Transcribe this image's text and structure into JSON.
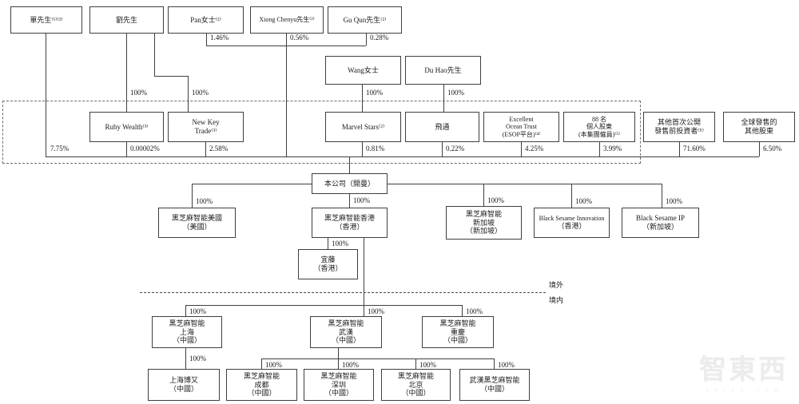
{
  "nodes": {
    "shan": [
      "單先生⁽¹⁾⁽²⁾"
    ],
    "liu": [
      "劉先生"
    ],
    "pan": [
      "Pan女士⁽²⁾"
    ],
    "xiong": [
      "Xiong Chenyu先生⁽²⁾"
    ],
    "gu": [
      "Gu Qun先生⁽²⁾"
    ],
    "wang": [
      "Wang女士"
    ],
    "duhao": [
      "Du Hao先生"
    ],
    "ruby": [
      "Ruby Wealth⁽³⁾"
    ],
    "newkey": [
      "New Key",
      "Trade⁽³⁾"
    ],
    "marvel": [
      "Marvel Stars⁽²⁾"
    ],
    "feitong": [
      "飛通"
    ],
    "esop": [
      "Excellent",
      "Ocean Trust",
      "(ESOP平台)⁽⁴⁾"
    ],
    "emp88": [
      "88 名",
      "個人股東",
      "(本集團僱員)⁽⁵⁾"
    ],
    "preipo": [
      "其他首次公開",
      "發售前投資者⁽⁵⁾"
    ],
    "global": [
      "全球發售的",
      "其他股東"
    ],
    "company": [
      "本公司（開曼）"
    ],
    "us": [
      "黑芝麻智能美國",
      "（美國）"
    ],
    "hk": [
      "黑芝麻智能香港",
      "（香港）"
    ],
    "sg": [
      "黑芝麻智能",
      "新加坡",
      "（新加坡）"
    ],
    "innov": [
      "Black Sesame Innovation",
      "（香港）"
    ],
    "ip": [
      "Black Sesame IP",
      "（新加坡）"
    ],
    "yiteng": [
      "宜藤",
      "（香港）"
    ],
    "sh": [
      "黑芝麻智能",
      "上海",
      "（中國）"
    ],
    "wh": [
      "黑芝麻智能",
      "武漢",
      "（中國）"
    ],
    "cq": [
      "黑芝麻智能",
      "重慶",
      "（中國）"
    ],
    "shboyou": [
      "上海博又",
      "（中國）"
    ],
    "cd": [
      "黑芝麻智能",
      "成都",
      "（中國）"
    ],
    "szn": [
      "黑芝麻智能",
      "深圳",
      "（中國）"
    ],
    "bj": [
      "黑芝麻智能",
      "北京",
      "（中國）"
    ],
    "whbs": [
      "武漢黑芝麻智能",
      "（中國）"
    ]
  },
  "edges": {
    "pan": "1.46%",
    "xiong": "0.56%",
    "gu": "0.28%",
    "liu_ruby": "100%",
    "liu_newkey": "100%",
    "wang": "100%",
    "duhao": "100%",
    "shan_direct": "7.75%",
    "ruby": "0.00002%",
    "newkey": "2.58%",
    "marvel": "0.81%",
    "feitong": "0.22%",
    "esop": "4.25%",
    "emp88": "3.99%",
    "preipo": "71.60%",
    "global": "6.50%",
    "us": "100%",
    "hk": "100%",
    "sg": "100%",
    "innov": "100%",
    "ip": "100%",
    "yiteng": "100%",
    "sh": "100%",
    "wh": "100%",
    "cq": "100%",
    "shboyou": "100%",
    "cd": "100%",
    "szn": "100%",
    "bj": "100%",
    "whbs": "100%"
  },
  "regions": {
    "offshore": "境外",
    "onshore": "境内"
  },
  "watermark": {
    "text": "智東西",
    "sub": "z h i d x . c o m"
  }
}
